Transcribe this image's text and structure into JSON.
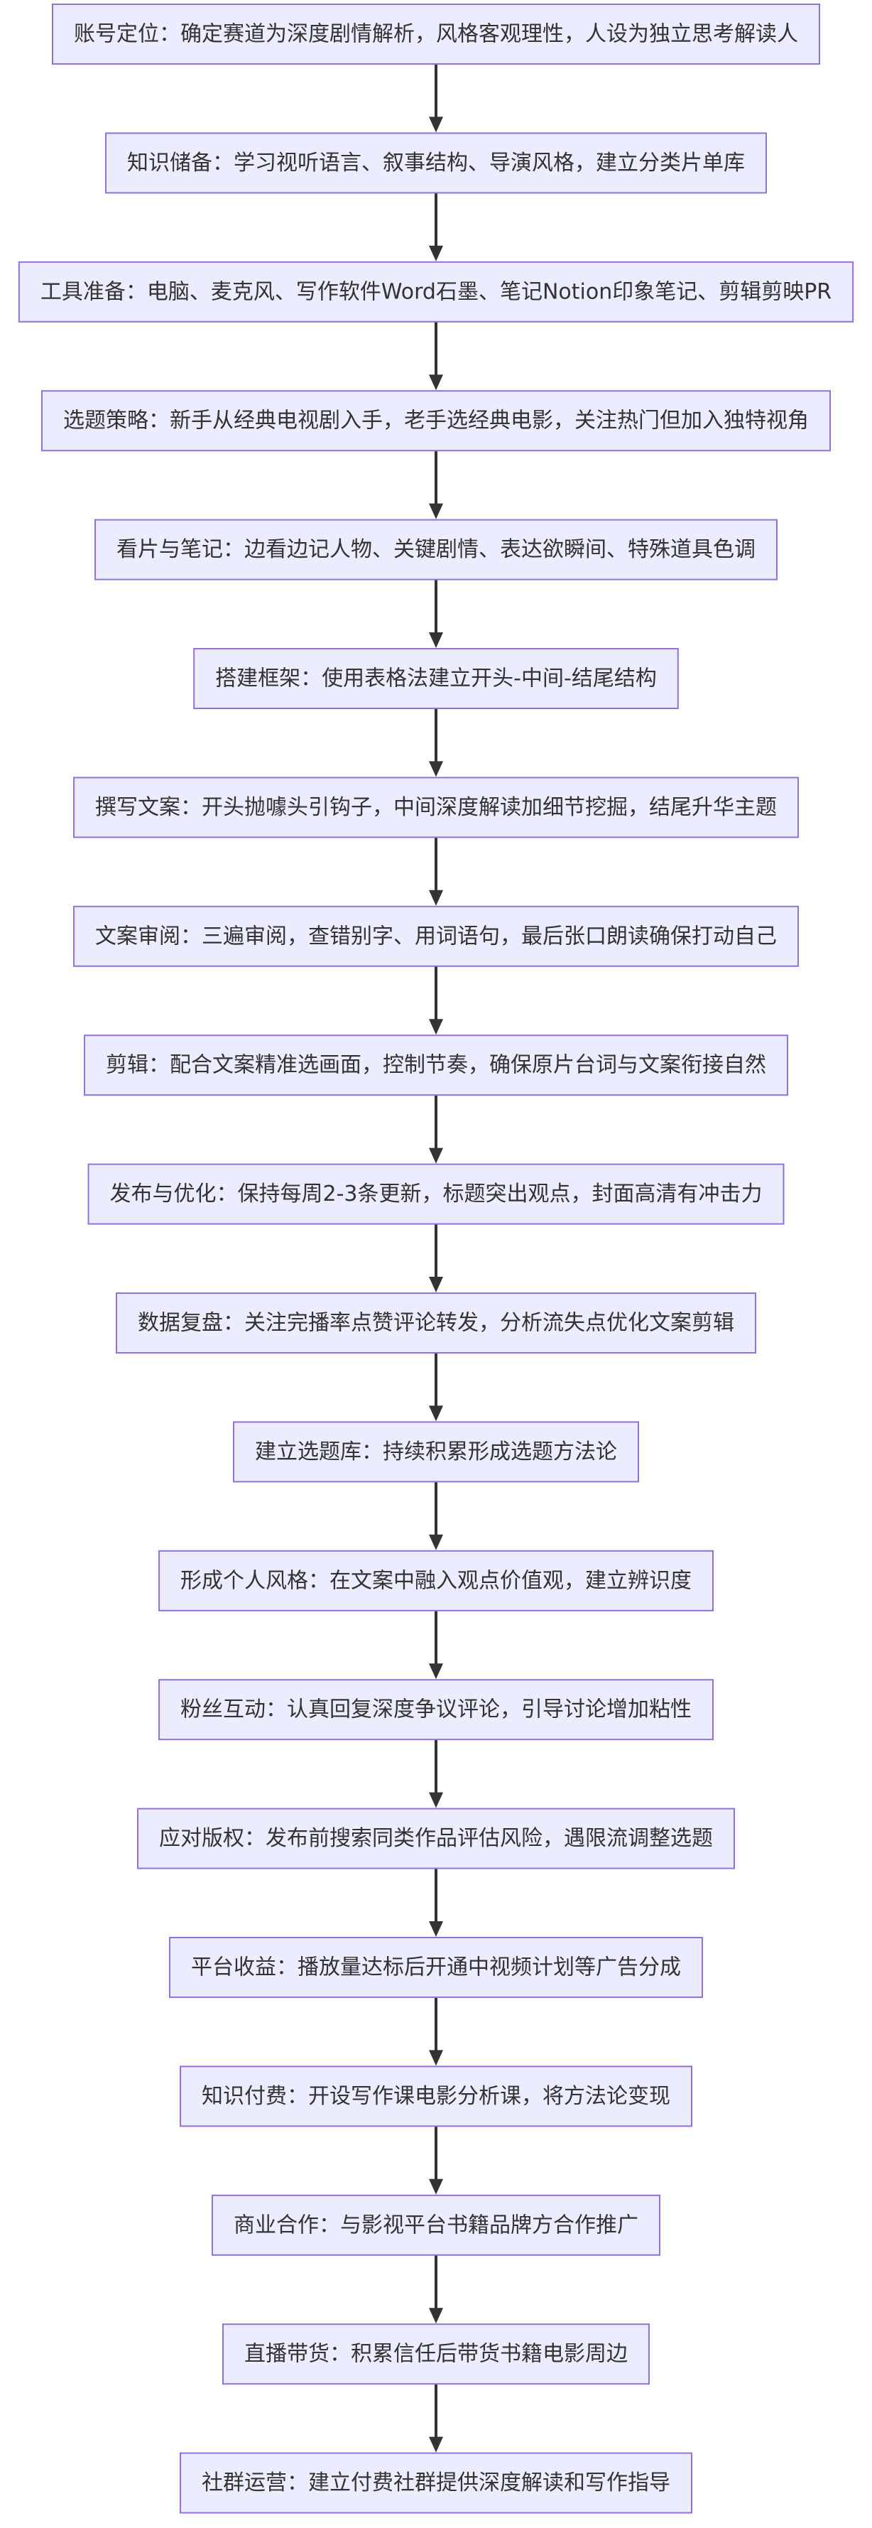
{
  "diagram": {
    "type": "flowchart",
    "direction": "top-down",
    "colors": {
      "node_fill": "#ececff",
      "node_stroke": "#9370db",
      "text": "#333333",
      "edge": "#333333",
      "background": "#ffffff"
    },
    "nodes": [
      {
        "id": "n1",
        "label": "账号定位：确定赛道为深度剧情解析，风格客观理性，人设为独立思考解读人"
      },
      {
        "id": "n2",
        "label": "知识储备：学习视听语言、叙事结构、导演风格，建立分类片单库"
      },
      {
        "id": "n3",
        "label": "工具准备：电脑、麦克风、写作软件Word石墨、笔记Notion印象笔记、剪辑剪映PR"
      },
      {
        "id": "n4",
        "label": "选题策略：新手从经典电视剧入手，老手选经典电影，关注热门但加入独特视角"
      },
      {
        "id": "n5",
        "label": "看片与笔记：边看边记人物、关键剧情、表达欲瞬间、特殊道具色调"
      },
      {
        "id": "n6",
        "label": "搭建框架：使用表格法建立开头-中间-结尾结构"
      },
      {
        "id": "n7",
        "label": "撰写文案：开头抛噱头引钩子，中间深度解读加细节挖掘，结尾升华主题"
      },
      {
        "id": "n8",
        "label": "文案审阅：三遍审阅，查错别字、用词语句，最后张口朗读确保打动自己"
      },
      {
        "id": "n9",
        "label": "剪辑：配合文案精准选画面，控制节奏，确保原片台词与文案衔接自然"
      },
      {
        "id": "n10",
        "label": "发布与优化：保持每周2-3条更新，标题突出观点，封面高清有冲击力"
      },
      {
        "id": "n11",
        "label": "数据复盘：关注完播率点赞评论转发，分析流失点优化文案剪辑"
      },
      {
        "id": "n12",
        "label": "建立选题库：持续积累形成选题方法论"
      },
      {
        "id": "n13",
        "label": "形成个人风格：在文案中融入观点价值观，建立辨识度"
      },
      {
        "id": "n14",
        "label": "粉丝互动：认真回复深度争议评论，引导讨论增加粘性"
      },
      {
        "id": "n15",
        "label": "应对版权：发布前搜索同类作品评估风险，遇限流调整选题"
      },
      {
        "id": "n16",
        "label": "平台收益：播放量达标后开通中视频计划等广告分成"
      },
      {
        "id": "n17",
        "label": "知识付费：开设写作课电影分析课，将方法论变现"
      },
      {
        "id": "n18",
        "label": "商业合作：与影视平台书籍品牌方合作推广"
      },
      {
        "id": "n19",
        "label": "直播带货：积累信任后带货书籍电影周边"
      },
      {
        "id": "n20",
        "label": "社群运营：建立付费社群提供深度解读和写作指导"
      }
    ],
    "edges": [
      [
        "n1",
        "n2"
      ],
      [
        "n2",
        "n3"
      ],
      [
        "n3",
        "n4"
      ],
      [
        "n4",
        "n5"
      ],
      [
        "n5",
        "n6"
      ],
      [
        "n6",
        "n7"
      ],
      [
        "n7",
        "n8"
      ],
      [
        "n8",
        "n9"
      ],
      [
        "n9",
        "n10"
      ],
      [
        "n10",
        "n11"
      ],
      [
        "n11",
        "n12"
      ],
      [
        "n12",
        "n13"
      ],
      [
        "n13",
        "n14"
      ],
      [
        "n14",
        "n15"
      ],
      [
        "n15",
        "n16"
      ],
      [
        "n16",
        "n17"
      ],
      [
        "n17",
        "n18"
      ],
      [
        "n18",
        "n19"
      ],
      [
        "n19",
        "n20"
      ]
    ]
  }
}
